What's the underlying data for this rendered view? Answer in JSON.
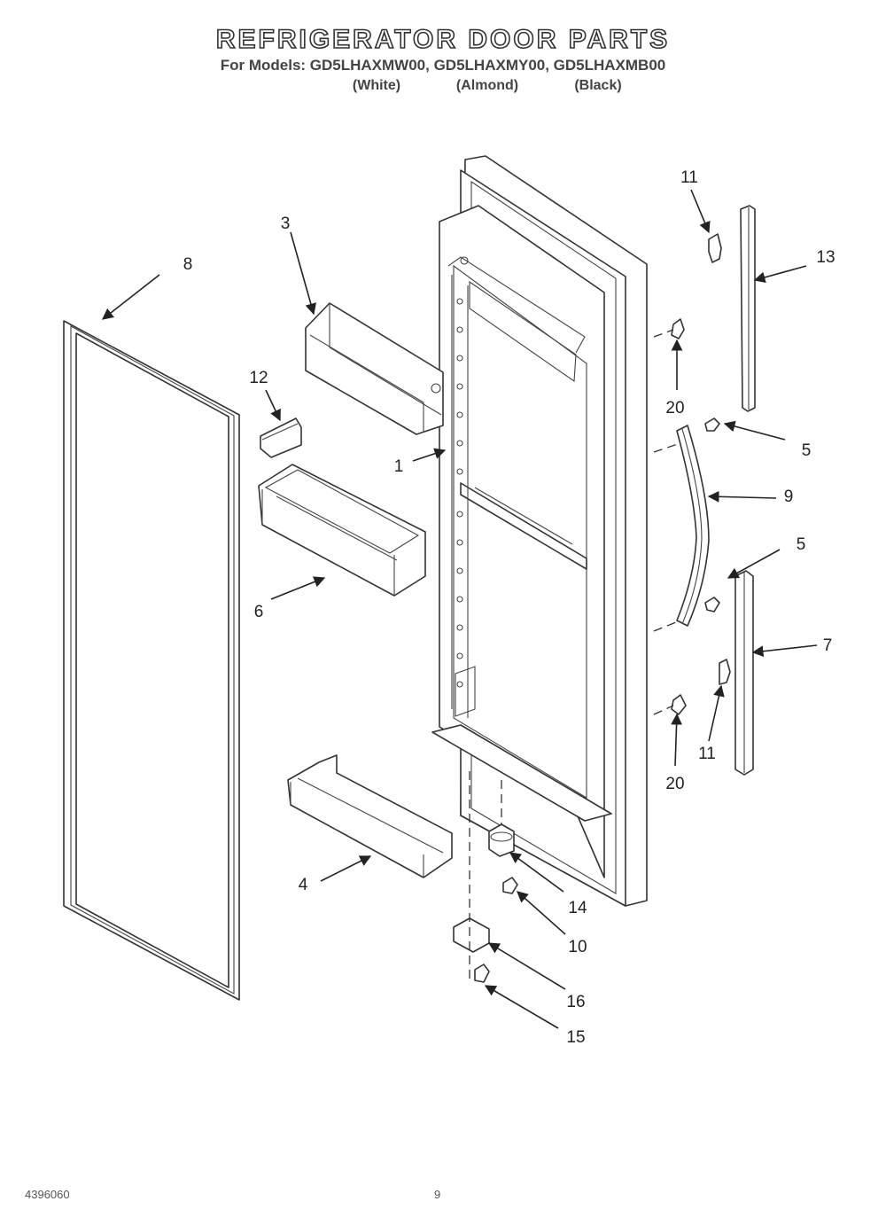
{
  "header": {
    "title": "REFRIGERATOR DOOR PARTS",
    "models_line": "For Models: GD5LHAXMW00, GD5LHAXMY00, GD5LHAXMB00",
    "colors": [
      "(White)",
      "(Almond)",
      "(Black)"
    ]
  },
  "callouts": {
    "c1": "1",
    "c3": "3",
    "c4": "4",
    "c5a": "5",
    "c5b": "5",
    "c6": "6",
    "c7": "7",
    "c8": "8",
    "c9": "9",
    "c10": "10",
    "c11a": "11",
    "c11b": "11",
    "c12": "12",
    "c13": "13",
    "c14": "14",
    "c15": "15",
    "c16": "16",
    "c20a": "20",
    "c20b": "20"
  },
  "footer": {
    "code": "4396060",
    "page_number": "9"
  }
}
